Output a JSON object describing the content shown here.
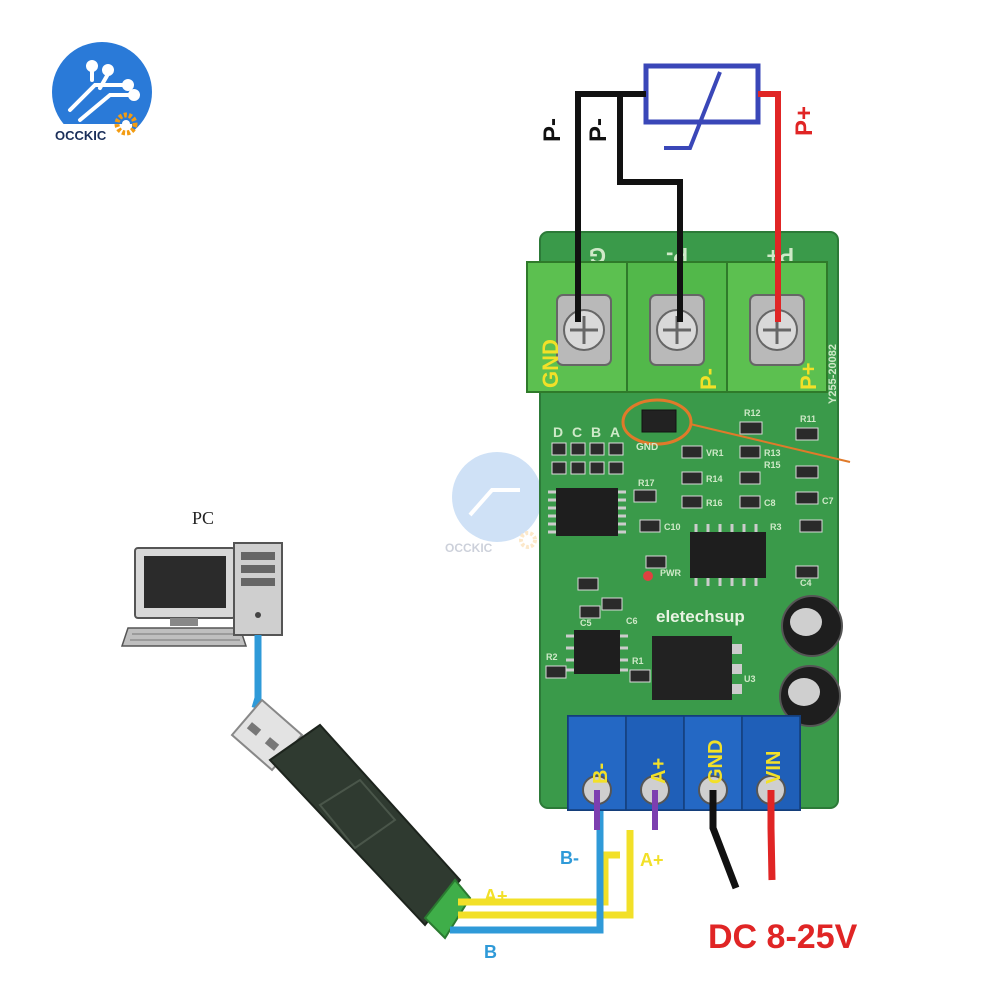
{
  "brand": {
    "logo_text": "OCCKIC",
    "watermark_text": "OCCKIC",
    "logo_color": "#2a7ad8",
    "gear_color": "#f39c12"
  },
  "pc": {
    "label": "PC"
  },
  "usb": {
    "dongle_color": "#2f3a30",
    "connector_color": "#3fae49"
  },
  "sensor": {
    "left_labels": [
      "P-",
      "P-"
    ],
    "right_label": "P+",
    "body_color": "#3a47b8"
  },
  "board": {
    "color": "#3a9a4a",
    "silkscreen_top": [
      "G",
      "P-",
      "P+"
    ],
    "terminal_labels_top": [
      "GND",
      "P-",
      "P+"
    ],
    "jumper_label": "GND",
    "row_labels": [
      "D",
      "C",
      "B",
      "A"
    ],
    "maker": "eletechsup",
    "part_no": "Y255-20082",
    "terminal_labels_bottom": [
      "B-",
      "A+",
      "GND",
      "VIN"
    ],
    "components": [
      "R12",
      "R11",
      "VR1",
      "R13",
      "R15",
      "R14",
      "R16",
      "C8",
      "R17",
      "C7",
      "R3",
      "C10",
      "PWR",
      "C5",
      "C6",
      "R2",
      "R1",
      "U3",
      "C4"
    ]
  },
  "wires": {
    "black": "#111111",
    "red": "#e02525",
    "blue": "#2f9ad8",
    "yellow": "#f2e028",
    "purple": "#7d3fb0"
  },
  "rs485": {
    "b_label": "B-",
    "a_label": "A+",
    "a_label_2": "A+",
    "b_label_2": "B"
  },
  "power": {
    "label": "DC 8-25V",
    "color": "#e02525"
  }
}
